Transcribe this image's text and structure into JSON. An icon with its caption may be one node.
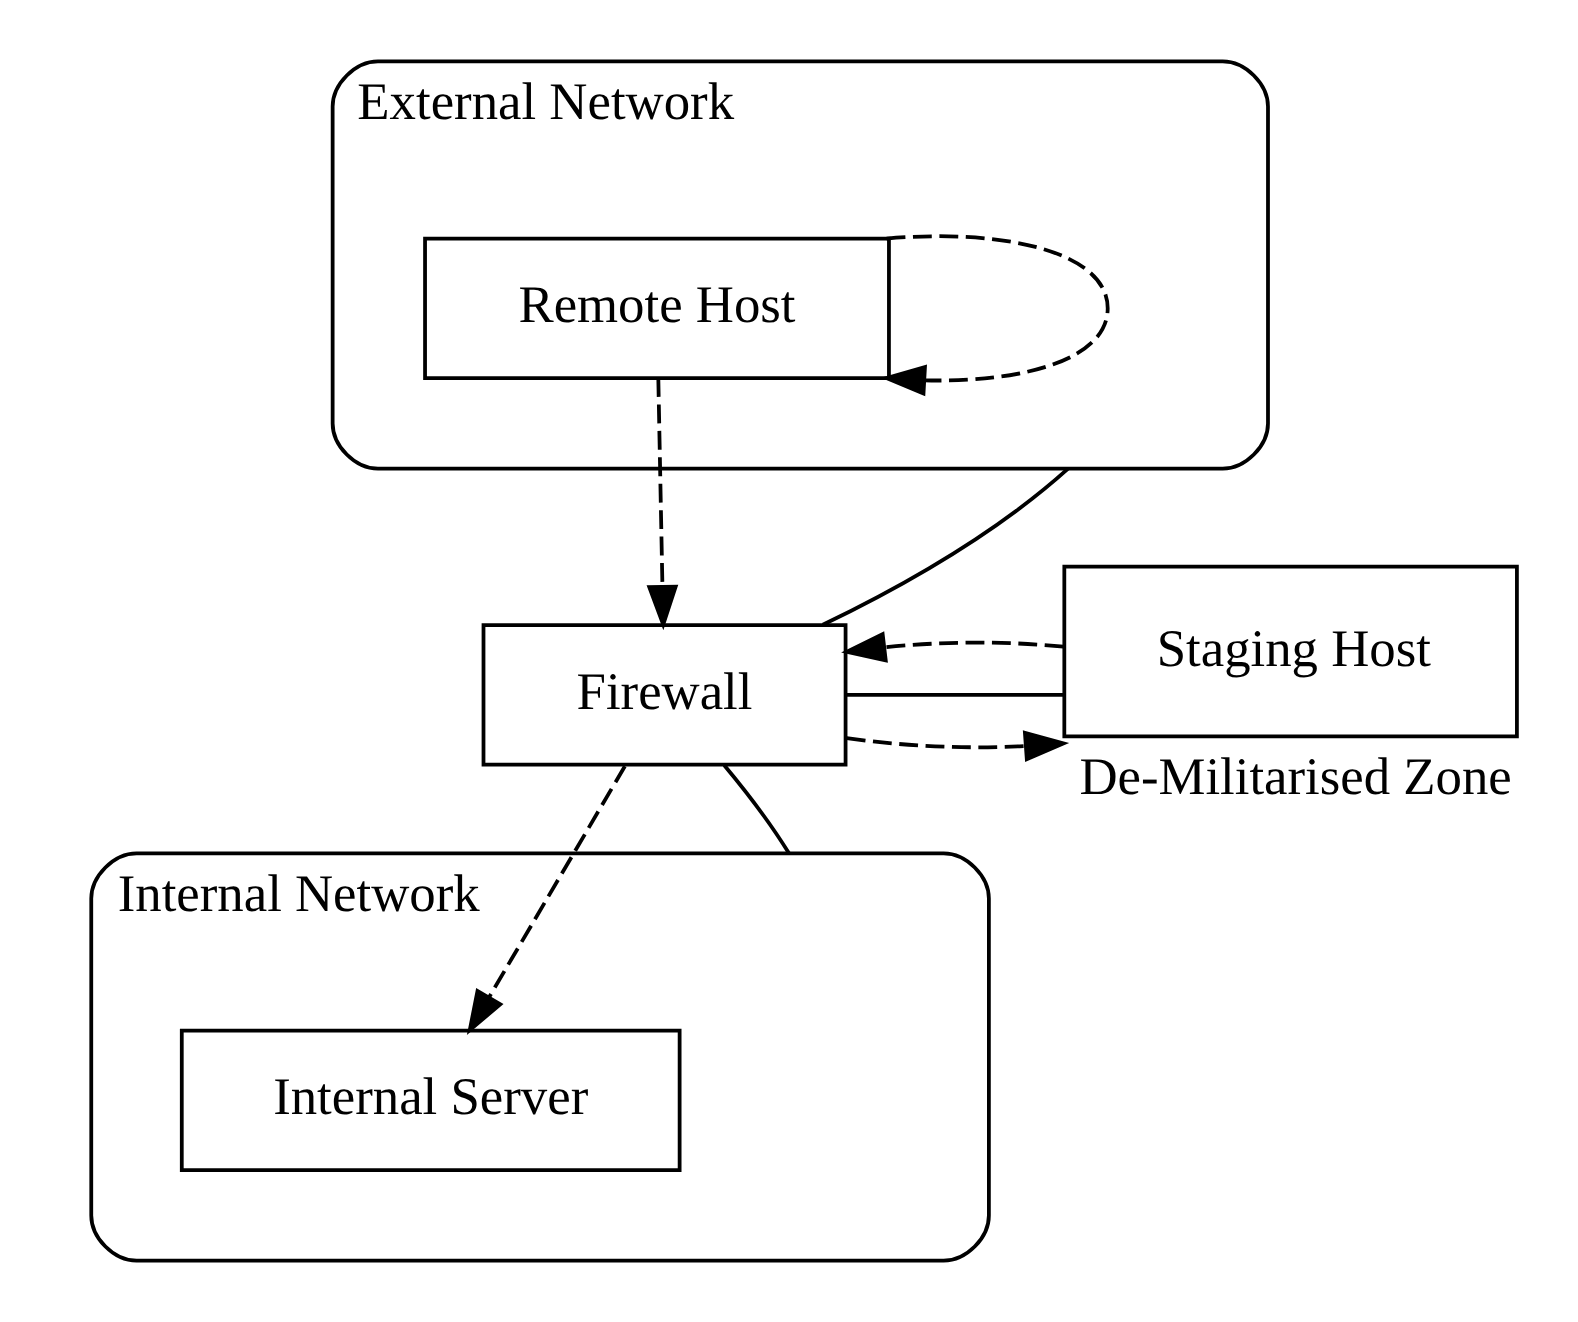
{
  "diagram": {
    "nodes": [
      {
        "text": [
          "External Network"
        ]
      },
      {
        "text": [
          "Remote Host"
        ],
        "in": 0
      },
      {
        "text": [
          "Firewall"
        ]
      },
      {
        "text": [
          "Staging Host"
        ],
        "beside": [
          "De-Militarised Zone"
        ]
      },
      {
        "text": [
          "Internal Network"
        ]
      },
      {
        "text": [
          "Internal Server"
        ],
        "in": 4
      }
    ],
    "edges": [
      {
        "from": 1,
        "to": 1,
        "arrow": "to",
        "style": "dashed"
      },
      {
        "from": 1,
        "to": 2,
        "arrow": "to",
        "style": "dashed"
      },
      {
        "from": 0,
        "to": 2,
        "arrow": "none"
      },
      {
        "from": 2,
        "to": 3,
        "arrow": "to",
        "style": "dashed"
      },
      {
        "from": 3,
        "to": 2,
        "arrow": "none"
      },
      {
        "from": 3,
        "to": 2,
        "arrow": "to",
        "style": "dashed"
      },
      {
        "from": 2,
        "to": 4,
        "arrow": "none"
      },
      {
        "from": 2,
        "to": 5,
        "arrow": "to",
        "style": "dashed"
      }
    ]
  }
}
